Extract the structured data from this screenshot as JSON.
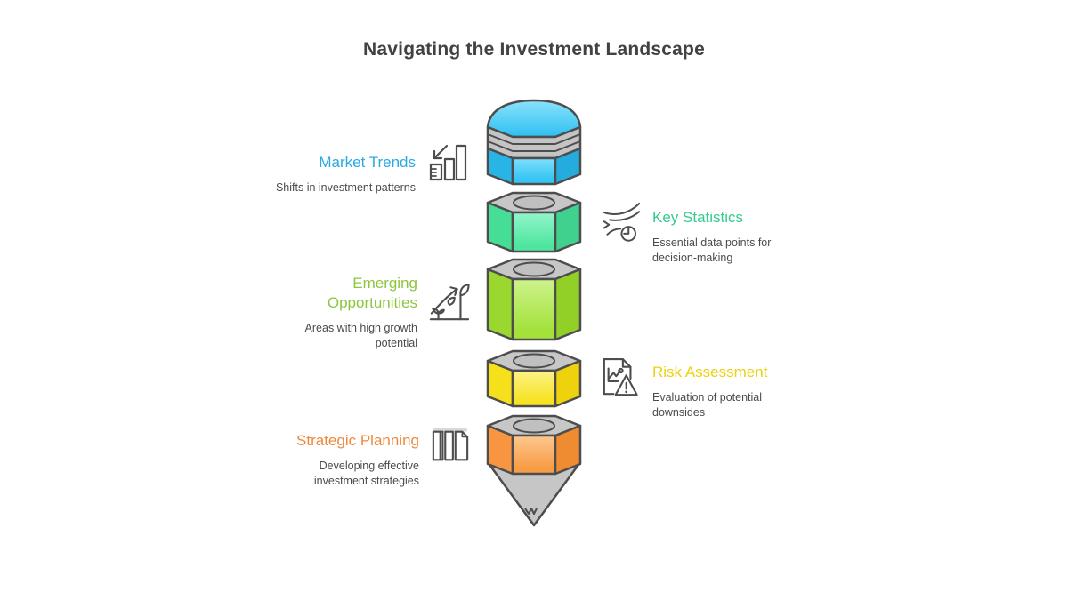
{
  "title": "Navigating the Investment Landscape",
  "items": [
    {
      "label": "Market Trends",
      "description": "Shifts in investment patterns",
      "color": "#29ABE2",
      "icon": "bar-chart-arrow-icon",
      "side": "left"
    },
    {
      "label": "Key Statistics",
      "description": "Essential data points for decision-making",
      "color": "#33CC8C",
      "icon": "wind-clock-icon",
      "side": "right"
    },
    {
      "label": "Emerging Opportunities",
      "description": "Areas with high growth potential",
      "color": "#8CC63F",
      "icon": "growth-plant-icon",
      "side": "left"
    },
    {
      "label": "Risk Assessment",
      "description": "Evaluation of potential downsides",
      "color": "#EDD00F",
      "icon": "document-warning-icon",
      "side": "right"
    },
    {
      "label": "Strategic Planning",
      "description": "Developing effective investment strategies",
      "color": "#F0883B",
      "icon": "books-icon",
      "side": "left"
    }
  ],
  "pencil": {
    "kind": "pencil-stack-diagram",
    "outline_color": "#4D4D4D",
    "metal_color": "#C4C4C4",
    "segments": [
      {
        "name": "eraser-cap",
        "color": "#36C5F4"
      },
      {
        "name": "segment-key-statistics",
        "color": "#55E8A4"
      },
      {
        "name": "segment-emerging-opportunities",
        "color": "#A9E542"
      },
      {
        "name": "segment-risk-assessment",
        "color": "#F8E52E"
      },
      {
        "name": "segment-strategic-planning",
        "color": "#F9A251"
      },
      {
        "name": "pencil-tip",
        "color": "#C6C6C6"
      }
    ]
  }
}
